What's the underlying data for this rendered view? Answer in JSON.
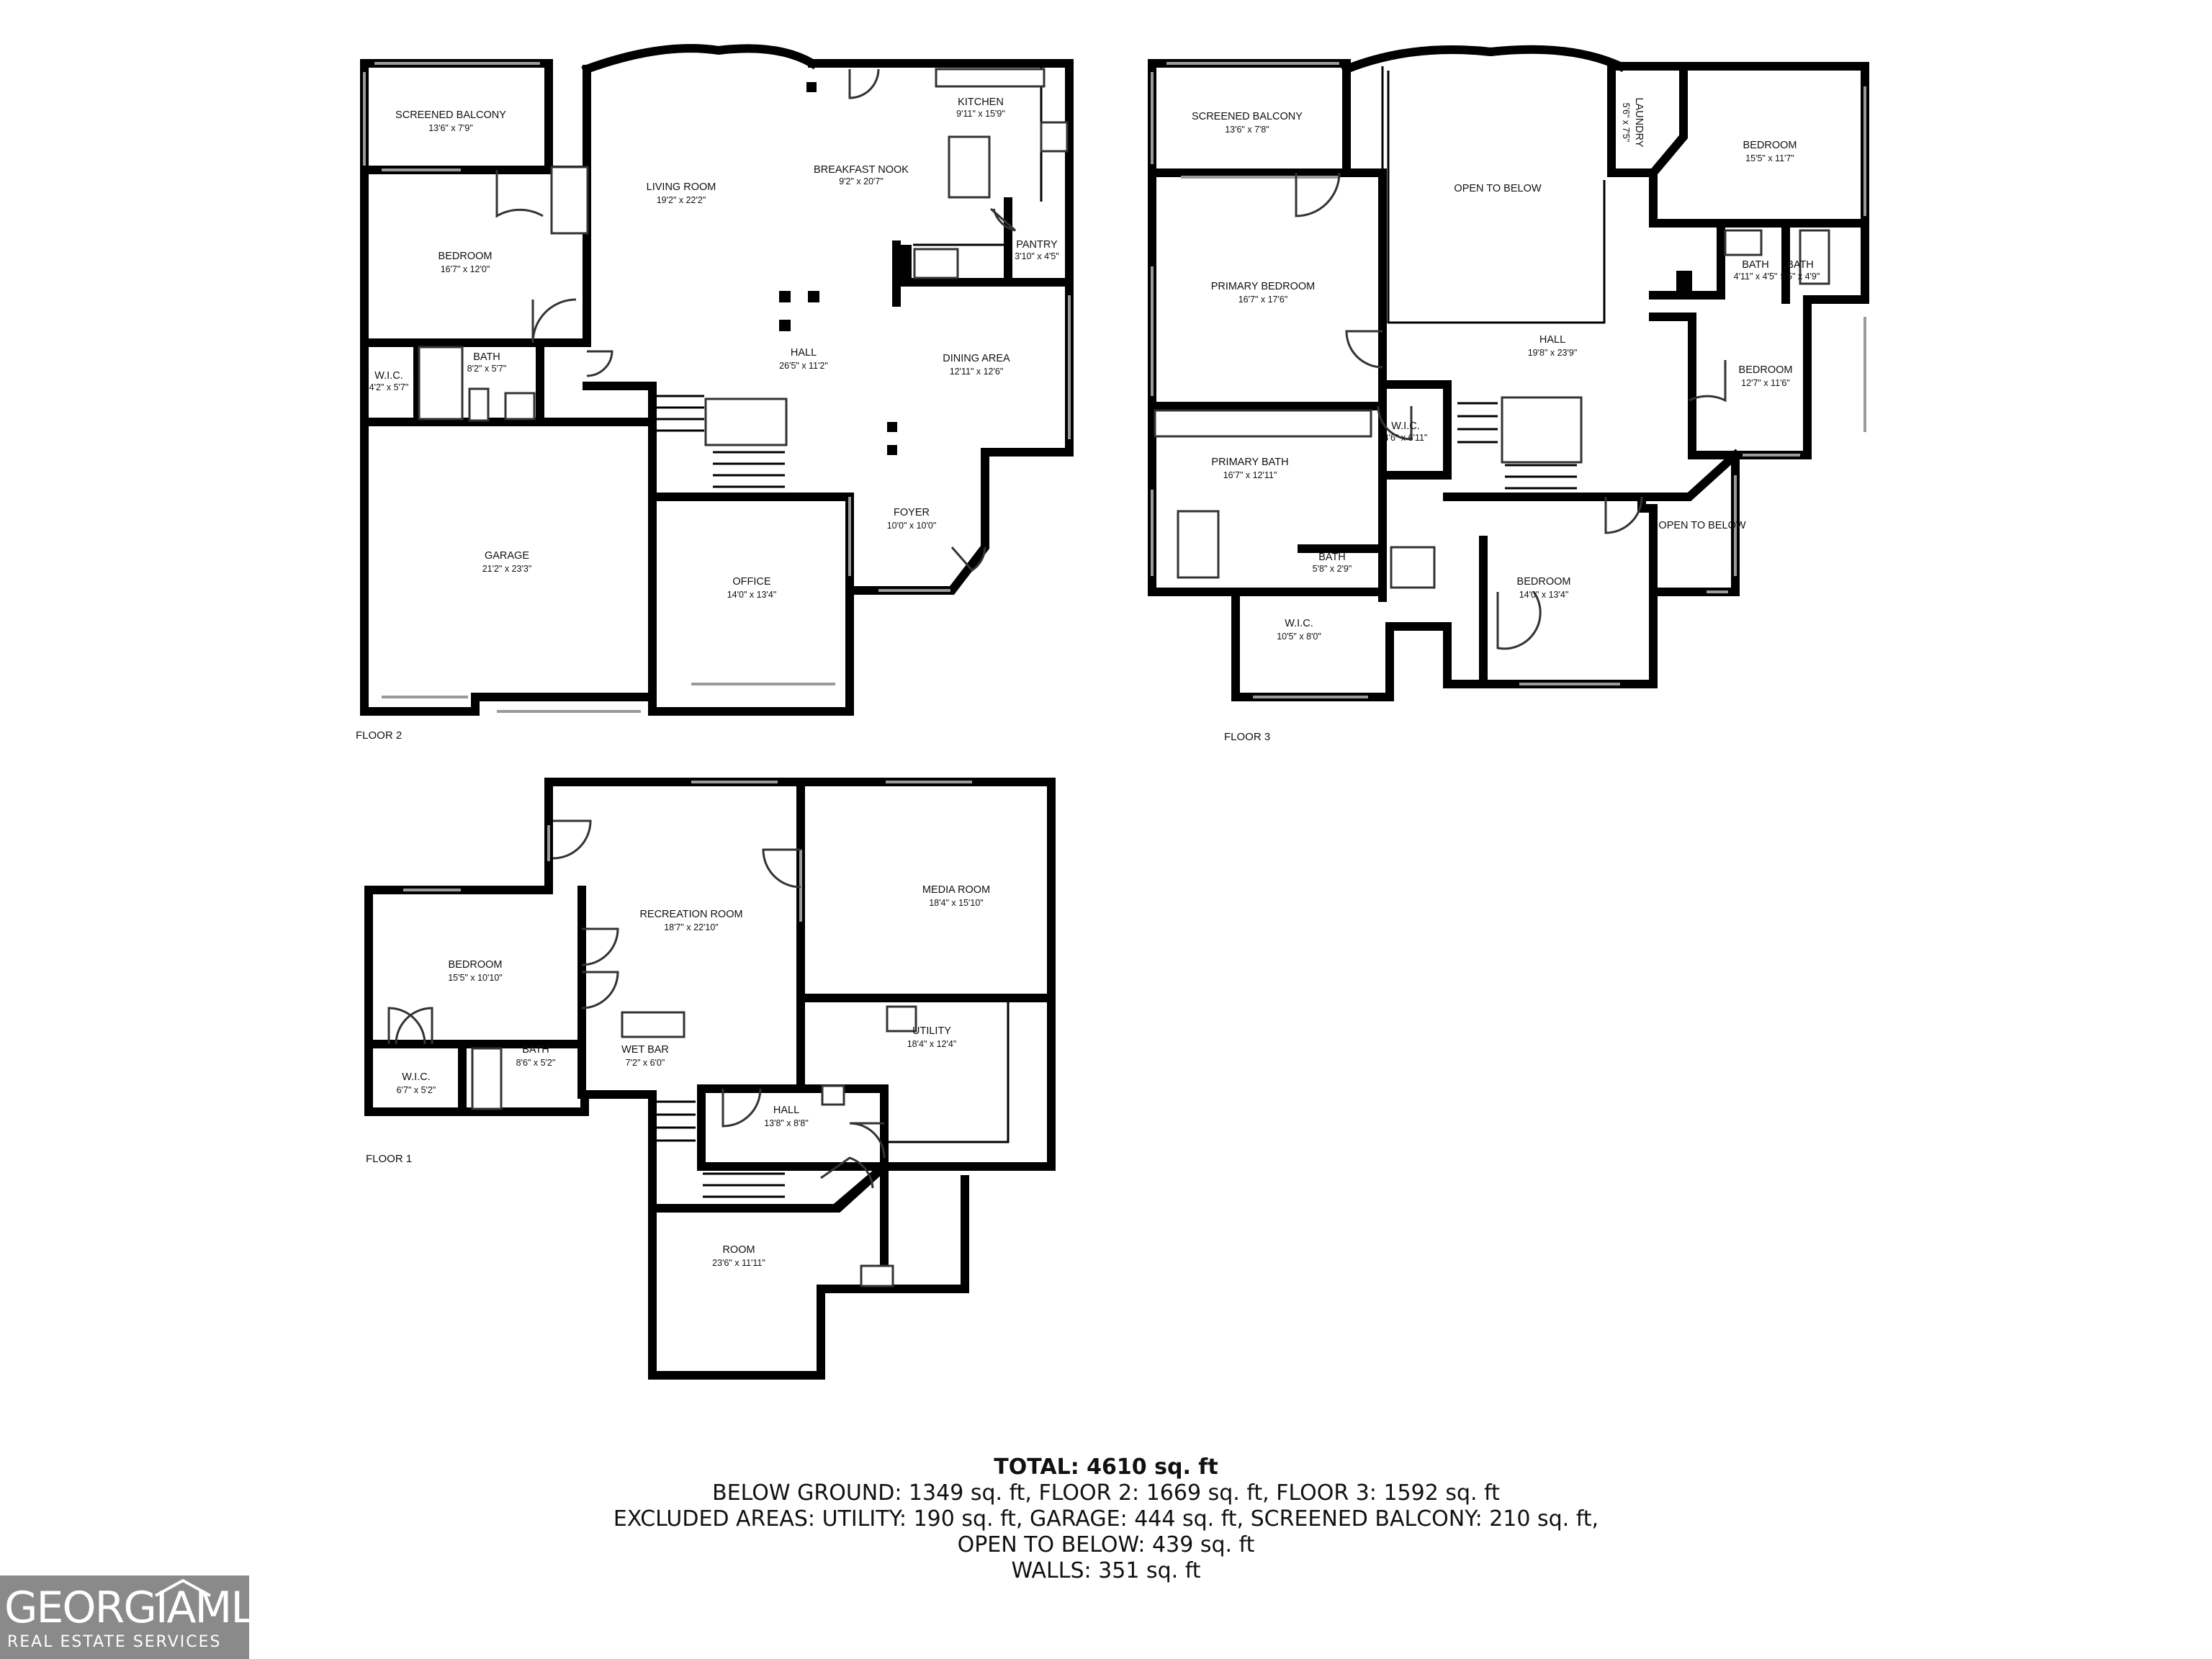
{
  "floors": [
    {
      "label": "FLOOR 2"
    },
    {
      "label": "FLOOR 3"
    },
    {
      "label": "FLOOR 1"
    }
  ],
  "rooms": [
    {
      "name": "SCREENED BALCONY",
      "dims": "13'6\" x 7'9\""
    },
    {
      "name": "LIVING ROOM",
      "dims": "19'2\" x 22'2\""
    },
    {
      "name": "KITCHEN",
      "dims": "9'11\" x 15'9\""
    },
    {
      "name": "BREAKFAST NOOK",
      "dims": "9'2\" x 20'7\""
    },
    {
      "name": "BEDROOM",
      "dims": "16'7\" x 12'0\""
    },
    {
      "name": "PANTRY",
      "dims": "3'10\" x 4'5\""
    },
    {
      "name": "W.I.C.",
      "dims": "4'2\" x 5'7\""
    },
    {
      "name": "BATH",
      "dims": "8'2\" x 5'7\""
    },
    {
      "name": "HALL",
      "dims": "26'5\" x 11'2\""
    },
    {
      "name": "DINING AREA",
      "dims": "12'11\" x 12'6\""
    },
    {
      "name": "GARAGE",
      "dims": "21'2\" x 23'3\""
    },
    {
      "name": "FOYER",
      "dims": "10'0\" x 10'0\""
    },
    {
      "name": "OFFICE",
      "dims": "14'0\" x 13'4\""
    },
    {
      "name": "SCREENED BALCONY",
      "dims": "13'6\" x 7'8\""
    },
    {
      "name": "OPEN TO BELOW",
      "dims": ""
    },
    {
      "name": "LAUNDRY",
      "dims": "5'6\" x 7'5\""
    },
    {
      "name": "BEDROOM",
      "dims": "15'5\" x 11'7\""
    },
    {
      "name": "PRIMARY BEDROOM",
      "dims": "16'7\" x 17'6\""
    },
    {
      "name": "BATH",
      "dims": "4'11\" x 4'5\""
    },
    {
      "name": "BATH",
      "dims": "5'5\" x 4'9\""
    },
    {
      "name": "HALL",
      "dims": "19'8\" x 23'9\""
    },
    {
      "name": "BEDROOM",
      "dims": "12'7\" x 11'6\""
    },
    {
      "name": "W.I.C.",
      "dims": "4'6\" x 6'11\""
    },
    {
      "name": "PRIMARY BATH",
      "dims": "16'7\" x 12'11\""
    },
    {
      "name": "OPEN TO BELOW",
      "dims": ""
    },
    {
      "name": "BATH",
      "dims": "5'8\" x 2'9\""
    },
    {
      "name": "BEDROOM",
      "dims": "14'0\" x 13'4\""
    },
    {
      "name": "W.I.C.",
      "dims": "10'5\" x 8'0\""
    },
    {
      "name": "MEDIA ROOM",
      "dims": "18'4\" x 15'10\""
    },
    {
      "name": "RECREATION ROOM",
      "dims": "18'7\" x 22'10\""
    },
    {
      "name": "BEDROOM",
      "dims": "15'5\" x 10'10\""
    },
    {
      "name": "UTILITY",
      "dims": "18'4\" x 12'4\""
    },
    {
      "name": "WET BAR",
      "dims": "7'2\" x 6'0\""
    },
    {
      "name": "W.I.C.",
      "dims": "6'7\" x 5'2\""
    },
    {
      "name": "BATH",
      "dims": "8'6\" x 5'2\""
    },
    {
      "name": "HALL",
      "dims": "13'8\" x 8'8\""
    },
    {
      "name": "ROOM",
      "dims": "23'6\" x 11'11\""
    }
  ],
  "summary": {
    "total": "TOTAL: 4610 sq. ft",
    "line1": "BELOW GROUND: 1349 sq. ft, FLOOR 2: 1669 sq. ft, FLOOR 3: 1592 sq. ft",
    "line2": "EXCLUDED AREAS: UTILITY: 190 sq. ft, GARAGE: 444 sq. ft, SCREENED BALCONY: 210 sq. ft,",
    "line3": "OPEN TO BELOW: 439 sq. ft",
    "line4": "WALLS: 351 sq. ft"
  },
  "logo": {
    "brand": "GEORGIAMLS",
    "tagline": "REAL ESTATE SERVICES"
  },
  "colors": {
    "wall": "#000000",
    "window": "#9a9a9a",
    "logo_bg": "#8a8a8a"
  }
}
